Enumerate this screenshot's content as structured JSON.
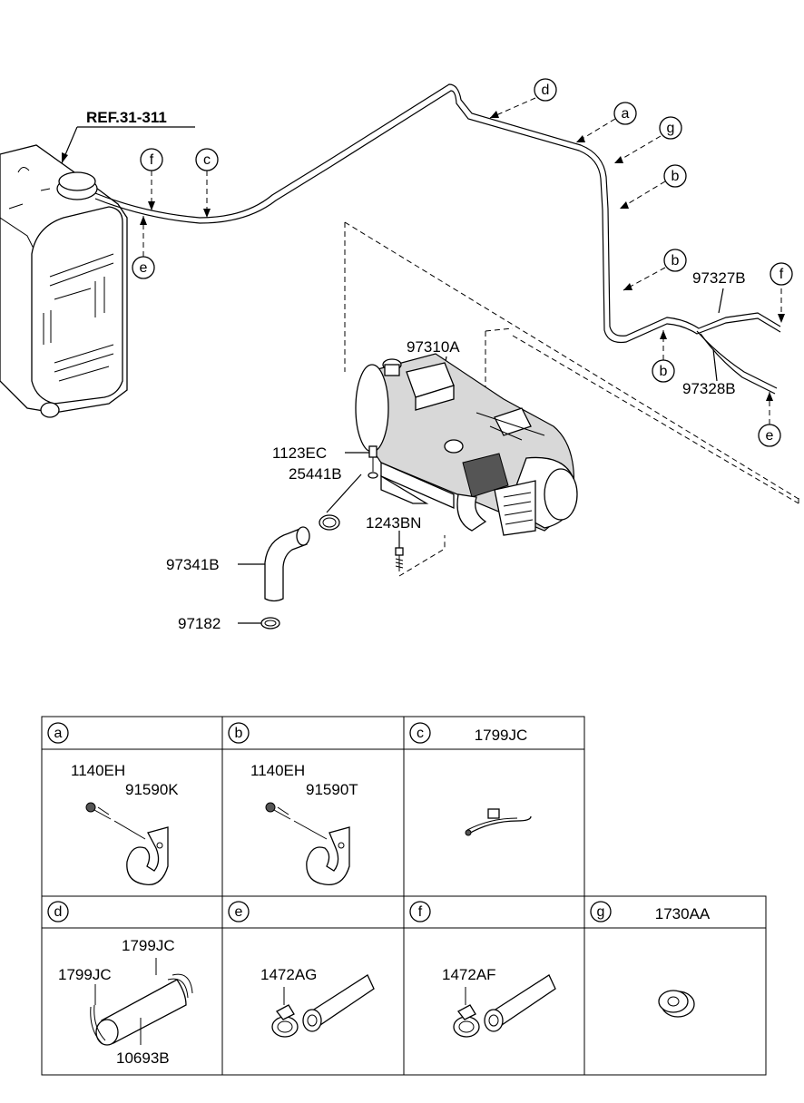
{
  "reference": "REF.31-311",
  "callouts": {
    "a1": "a",
    "b1": "b",
    "b2": "b",
    "b3": "b",
    "c1": "c",
    "d1": "d",
    "e1": "e",
    "e2": "e",
    "f1": "f",
    "f2": "f",
    "g1": "g"
  },
  "parts": {
    "heater": "97310A",
    "bolt": "1123EC",
    "clamp": "25441B",
    "screw": "1243BN",
    "hose": "97341B",
    "hose_clamp": "97182",
    "pipe_b": "97327B",
    "pipe_c": "97328B"
  },
  "legend": {
    "a": {
      "letter": "a",
      "header": "",
      "labels": [
        "1140EH",
        "91590K"
      ]
    },
    "b": {
      "letter": "b",
      "header": "",
      "labels": [
        "1140EH",
        "91590T"
      ]
    },
    "c": {
      "letter": "c",
      "header": "1799JC",
      "labels": []
    },
    "d": {
      "letter": "d",
      "header": "",
      "labels": [
        "1799JC",
        "1799JC",
        "10693B"
      ]
    },
    "e": {
      "letter": "e",
      "header": "",
      "labels": [
        "1472AG"
      ]
    },
    "f": {
      "letter": "f",
      "header": "",
      "labels": [
        "1472AF"
      ]
    },
    "g": {
      "letter": "g",
      "header": "1730AA",
      "labels": []
    }
  }
}
